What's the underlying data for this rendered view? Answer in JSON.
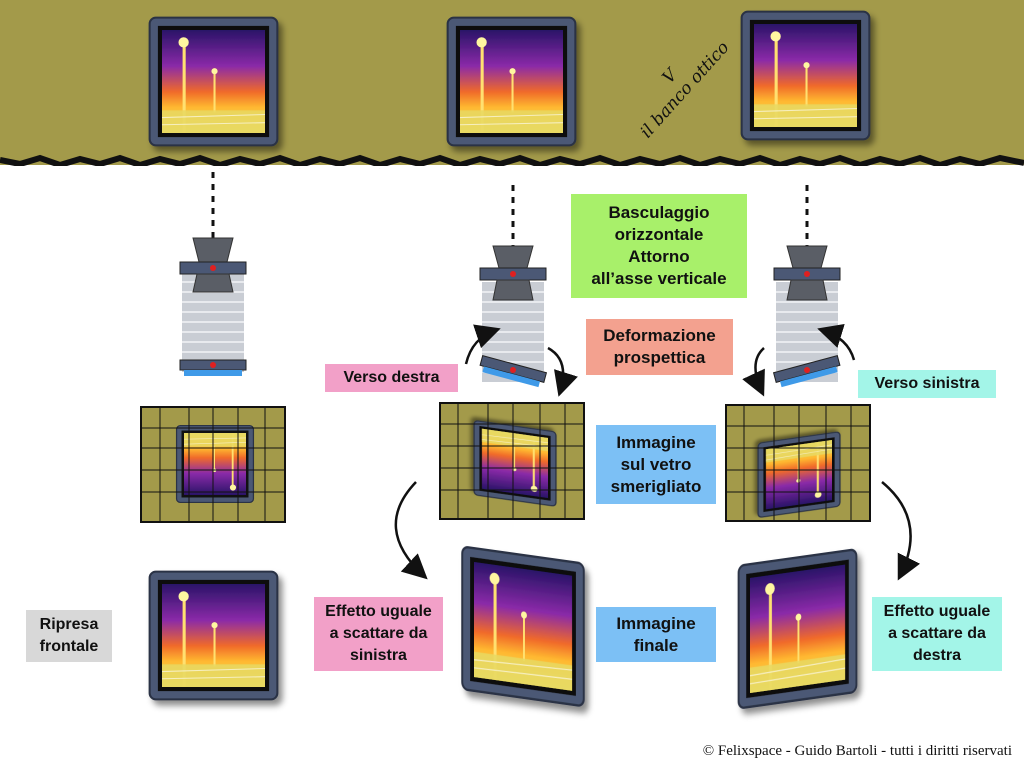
{
  "wall_note": {
    "mark": "V",
    "text": "il banco ottico"
  },
  "labels": {
    "basculaggio": "Basculaggio\norizzontale\nAttorno\nall’asse verticale",
    "deformazione": "Deformazione\nprospettica",
    "verso_destra": "Verso destra",
    "verso_sinistra": "Verso sinistra",
    "immagine_vetro": "Immagine\nsul vetro\nsmerigliato",
    "immagine_finale": "Immagine\nfinale",
    "ripresa_frontale": "Ripresa\nfrontale",
    "effetto_sinistra": "Effetto uguale\na scattare da\nsinistra",
    "effetto_destra": "Effetto uguale\na scattare da\ndestra"
  },
  "colors": {
    "wall": "#a39a4a",
    "frame": "#4b5875",
    "green_box": "#a8f06a",
    "salmon_box": "#f3a18f",
    "pink_box": "#f2a0c8",
    "cyan_box": "#a3f5e8",
    "blue_box": "#7cc0f5",
    "grey_box": "#d8d8d8"
  },
  "copyright": "© Felixspace - Guido Bartoli - tutti i diritti riservati"
}
